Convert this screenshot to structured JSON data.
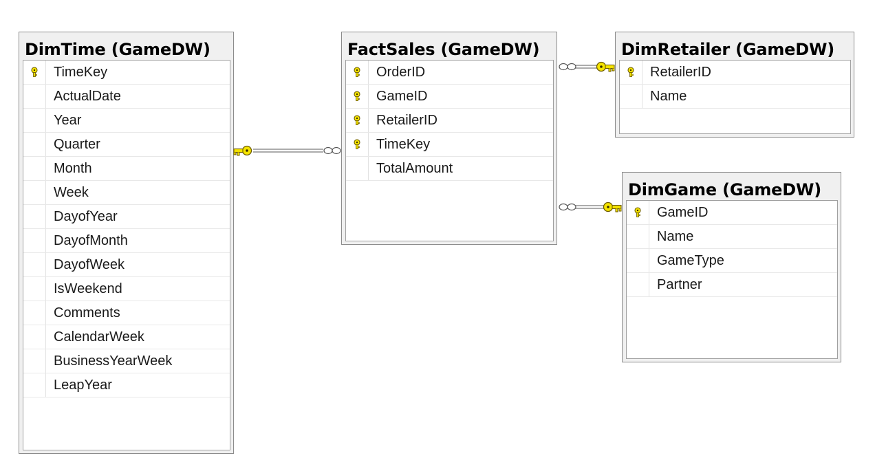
{
  "tables": {
    "dimtime": {
      "title": "DimTime (GameDW)",
      "columns": [
        {
          "name": "TimeKey",
          "pk": true
        },
        {
          "name": "ActualDate",
          "pk": false
        },
        {
          "name": "Year",
          "pk": false
        },
        {
          "name": "Quarter",
          "pk": false
        },
        {
          "name": "Month",
          "pk": false
        },
        {
          "name": "Week",
          "pk": false
        },
        {
          "name": "DayofYear",
          "pk": false
        },
        {
          "name": "DayofMonth",
          "pk": false
        },
        {
          "name": "DayofWeek",
          "pk": false
        },
        {
          "name": "IsWeekend",
          "pk": false
        },
        {
          "name": "Comments",
          "pk": false
        },
        {
          "name": "CalendarWeek",
          "pk": false
        },
        {
          "name": "BusinessYearWeek",
          "pk": false
        },
        {
          "name": "LeapYear",
          "pk": false
        }
      ]
    },
    "factsales": {
      "title": "FactSales (GameDW)",
      "columns": [
        {
          "name": "OrderID",
          "pk": true
        },
        {
          "name": "GameID",
          "pk": true
        },
        {
          "name": "RetailerID",
          "pk": true
        },
        {
          "name": "TimeKey",
          "pk": true
        },
        {
          "name": "TotalAmount",
          "pk": false
        }
      ]
    },
    "dimretailer": {
      "title": "DimRetailer (GameDW)",
      "columns": [
        {
          "name": "RetailerID",
          "pk": true
        },
        {
          "name": "Name",
          "pk": false
        }
      ]
    },
    "dimgame": {
      "title": "DimGame (GameDW)",
      "columns": [
        {
          "name": "GameID",
          "pk": true
        },
        {
          "name": "Name",
          "pk": false
        },
        {
          "name": "GameType",
          "pk": false
        },
        {
          "name": "Partner",
          "pk": false
        }
      ]
    }
  },
  "relationships": [
    {
      "from": "factsales",
      "to": "dimtime",
      "many_end": "factsales",
      "one_end": "dimtime"
    },
    {
      "from": "factsales",
      "to": "dimretailer",
      "many_end": "factsales",
      "one_end": "dimretailer"
    },
    {
      "from": "factsales",
      "to": "dimgame",
      "many_end": "factsales",
      "one_end": "dimgame"
    }
  ],
  "colors": {
    "key_icon": "#f5e400",
    "key_outline": "#6b5a00",
    "connector": "#7a7a7a",
    "box_background": "#f0f0f0"
  },
  "icons": {
    "primary_key": "key-icon",
    "many_end": "infinity-icon",
    "one_end": "key-icon"
  }
}
